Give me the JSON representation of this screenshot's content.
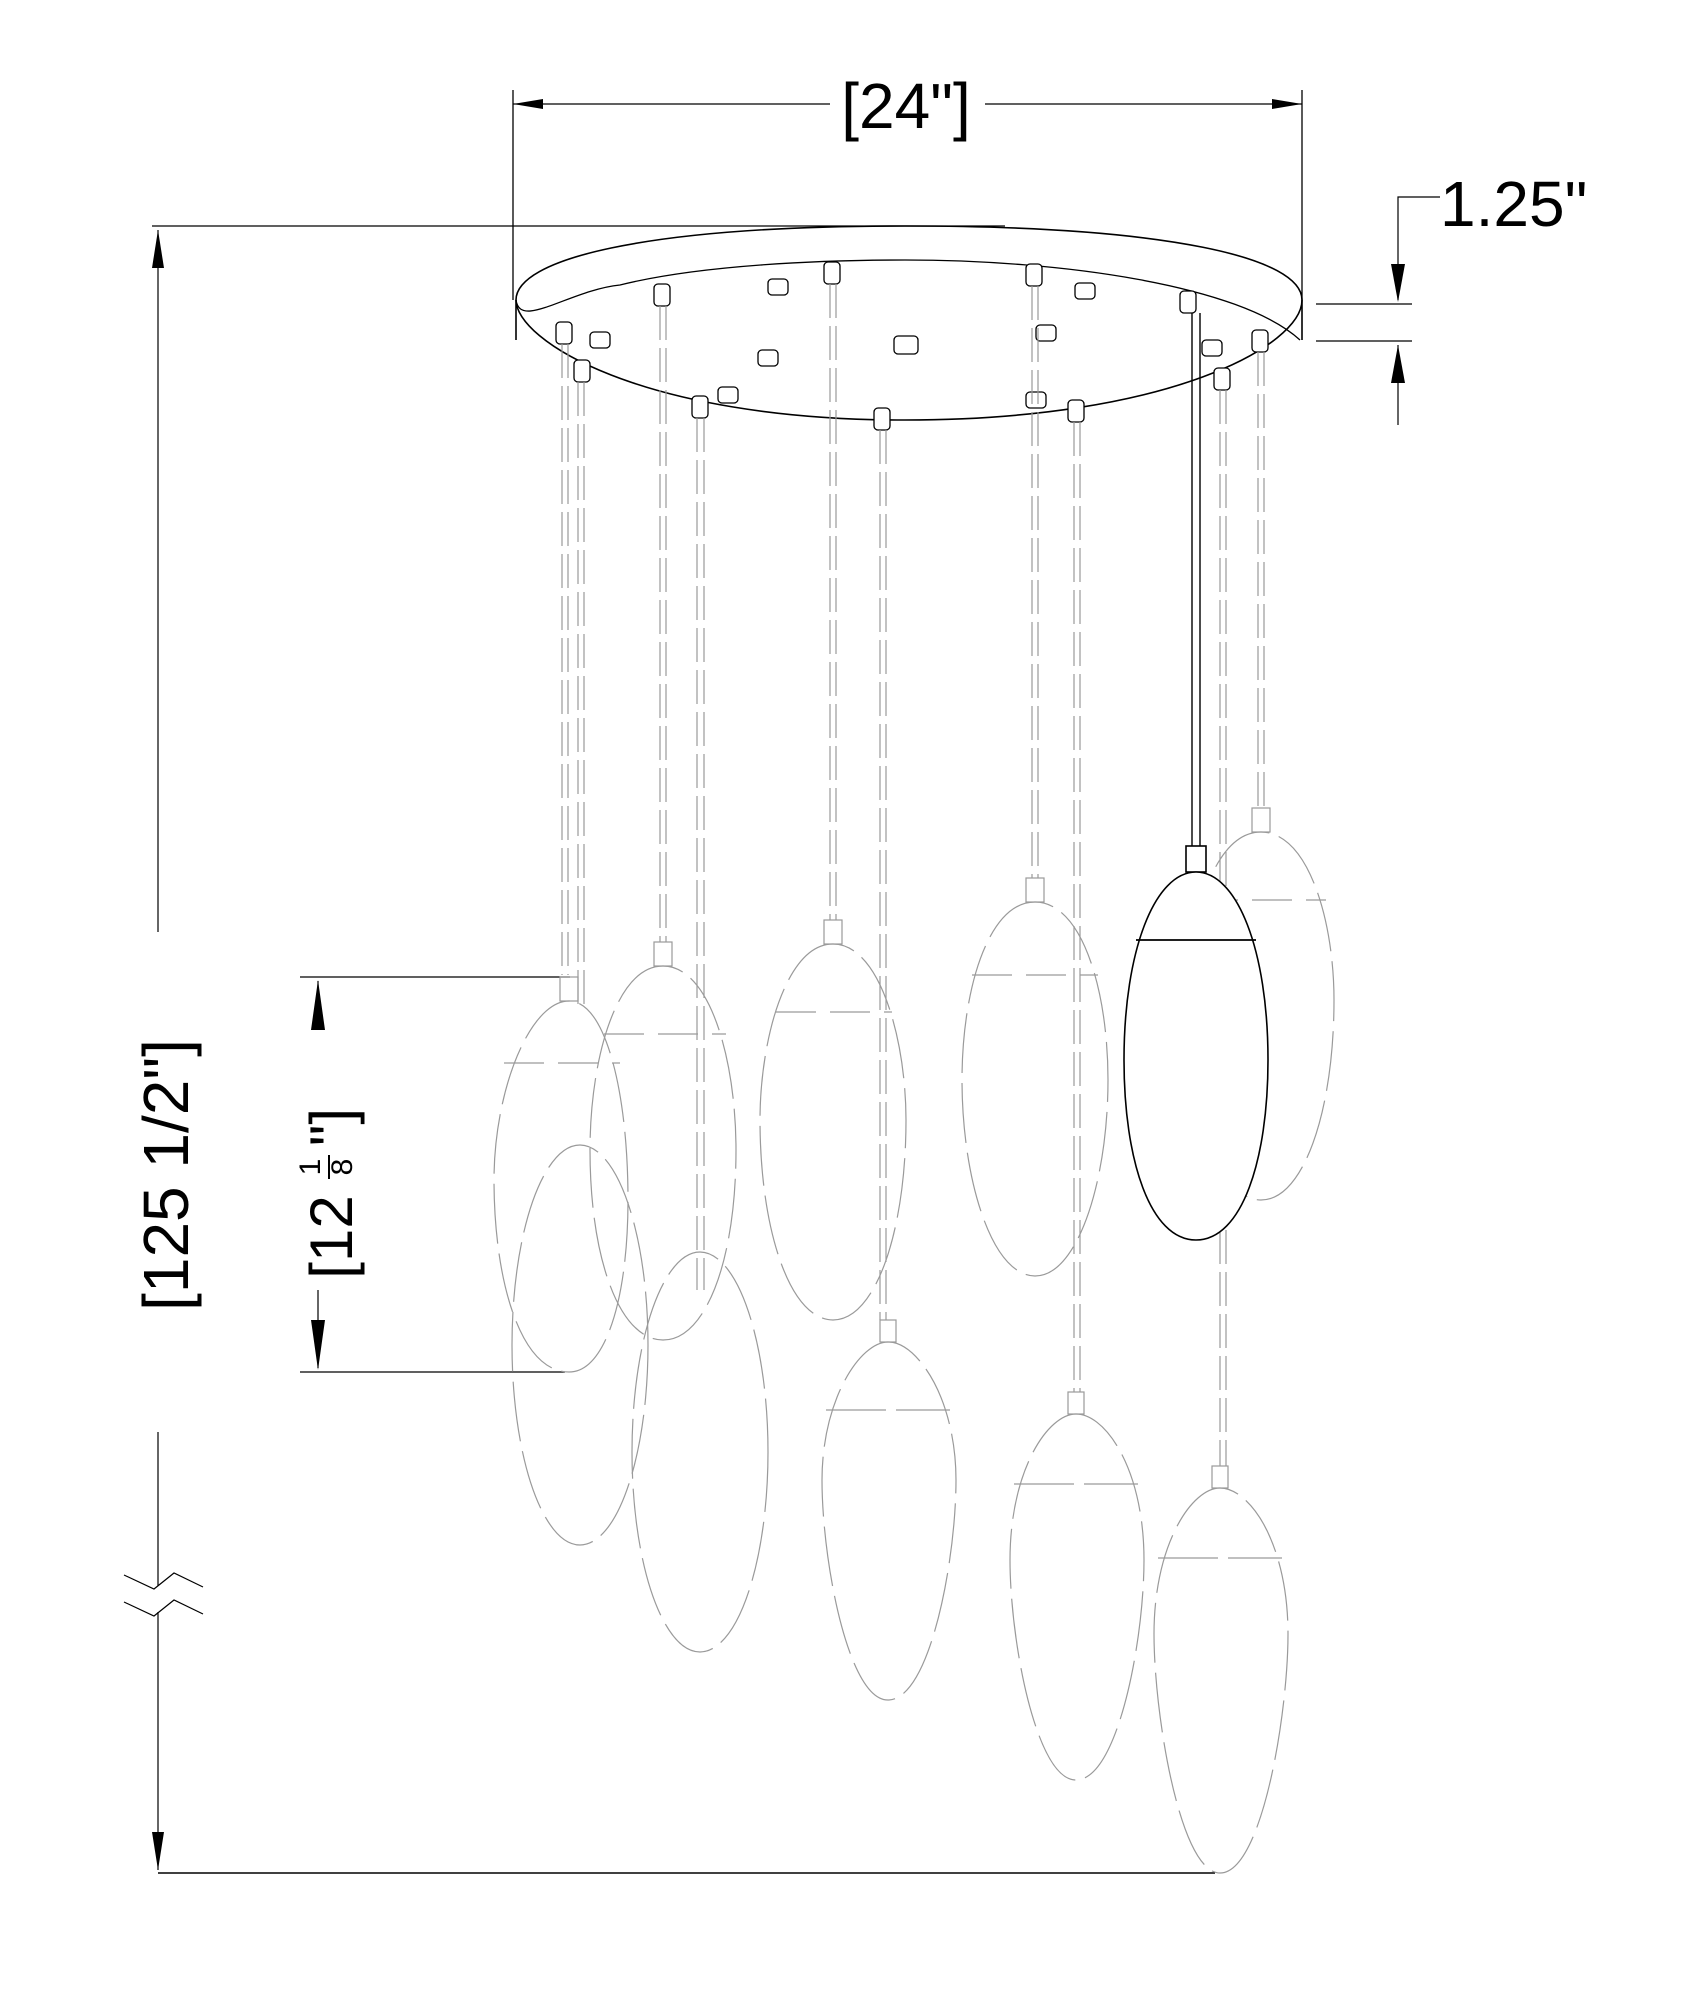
{
  "drawing": {
    "type": "technical dimension drawing",
    "subject": "multi-pendant chandelier with round canopy",
    "pendant_count": 11
  },
  "dimensions": {
    "canopy_width": "[24\"]",
    "canopy_height": "1.25\"",
    "overall_height": "[125 1/2\"]",
    "shade_height_whole": "[12",
    "shade_height_frac_num": "1",
    "shade_height_frac_den": "8",
    "shade_height_close": "\"]"
  },
  "colors": {
    "solid_line": "#000000",
    "hidden_line": "#9a9a9a",
    "background": "#ffffff"
  }
}
